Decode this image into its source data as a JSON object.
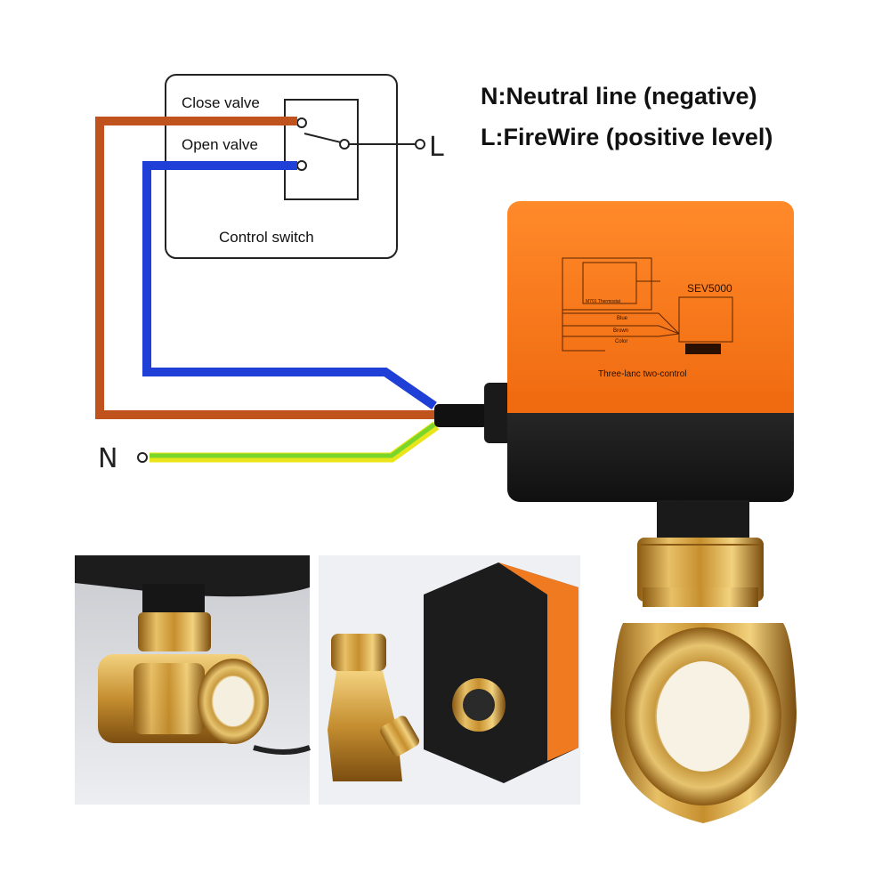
{
  "legend": {
    "neutral": "N:Neutral line (negative)",
    "fire": "L:FireWire (positive level)"
  },
  "switch_box": {
    "close_label": "Close valve",
    "open_label": "Open valve",
    "title": "Control switch",
    "terminal_l": "L"
  },
  "terminal_n": "N",
  "actuator": {
    "model": "SEV5000",
    "caption": "Three-lanc two-control",
    "wire_blue": "Blue",
    "wire_brown": "Brown",
    "wire_color": "Color",
    "thermostat": "M701 Thermostat"
  },
  "colors": {
    "wire_brown": "#c0521d",
    "wire_blue": "#1f3fd6",
    "wire_green": "#7ad62a",
    "wire_yellow": "#e8e61a",
    "actuator_orange": "#ff7a1a",
    "actuator_black": "#1b1b1b",
    "brass": "#d4a84a"
  }
}
